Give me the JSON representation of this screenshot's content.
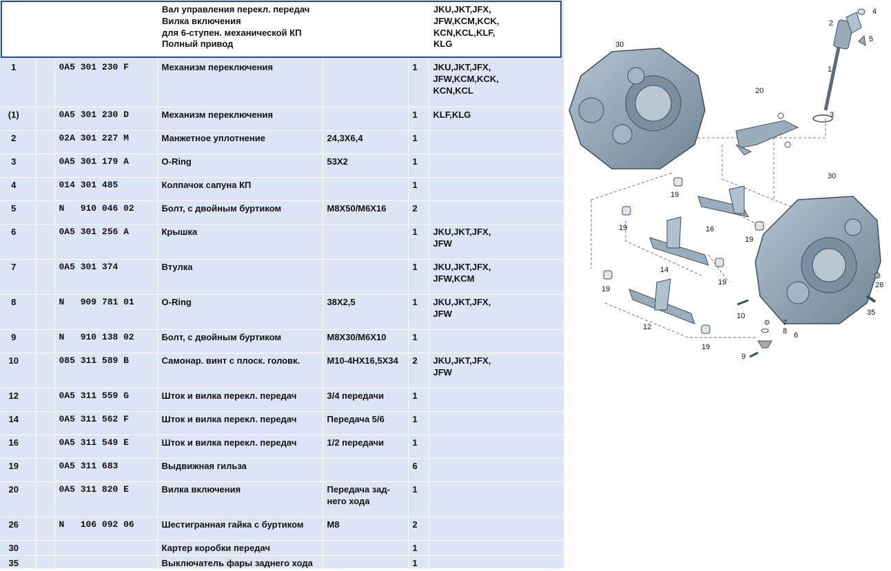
{
  "header": {
    "title_lines": [
      "Вал управления перекл. передач",
      "Вилка включения",
      "для 6-ступен. механической КП",
      "Полный привод"
    ],
    "model_lines": [
      "JKU,JKT,JFX,",
      "JFW,KCM,KCK,",
      "KCN,KCL,KLF,",
      "KLG"
    ]
  },
  "parts": [
    {
      "num": "1",
      "part": "0A5 301 230 F",
      "name": "Механизм переключения",
      "spec": "",
      "qty": "1",
      "models": [
        "JKU,JKT,JFX,",
        "JFW,KCM,KCK,",
        "KCN,KCL"
      ]
    },
    {
      "num": "(1)",
      "part": "0A5 301 230 D",
      "name": "Механизм переключения",
      "spec": "",
      "qty": "1",
      "models": [
        "KLF,KLG"
      ]
    },
    {
      "num": "2",
      "part": "02A 301 227 M",
      "name": "Манжетное уплотнение",
      "spec": "24,3X6,4",
      "qty": "1",
      "models": []
    },
    {
      "num": "3",
      "part": "0A5 301 179 A",
      "name": "O-Ring",
      "spec": "53X2",
      "qty": "1",
      "models": []
    },
    {
      "num": "4",
      "part": "014 301 485",
      "name": "Колпачок сапуна КП",
      "spec": "",
      "qty": "1",
      "models": []
    },
    {
      "num": "5",
      "part": "N   910 046 02",
      "name": "Болт, с двойным буртиком",
      "spec": "M8X50/M6X16",
      "qty": "2",
      "models": []
    },
    {
      "num": "6",
      "part": "0A5 301 256 A",
      "name": "Крышка",
      "spec": "",
      "qty": "1",
      "models": [
        "JKU,JKT,JFX,",
        "JFW"
      ]
    },
    {
      "num": "7",
      "part": "0A5 301 374",
      "name": "Втулка",
      "spec": "",
      "qty": "1",
      "models": [
        "JKU,JKT,JFX,",
        "JFW,KCM"
      ]
    },
    {
      "num": "8",
      "part": "N   909 781 01",
      "name": "O-Ring",
      "spec": "38X2,5",
      "qty": "1",
      "models": [
        "JKU,JKT,JFX,",
        "JFW"
      ]
    },
    {
      "num": "9",
      "part": "N   910 138 02",
      "name": "Болт, с двойным буртиком",
      "spec": "M8X30/M6X10",
      "qty": "1",
      "models": []
    },
    {
      "num": "10",
      "part": "085 311 589 B",
      "name": "Самонар. винт с плоск. головк.",
      "spec": "M10-4HX16,5X34",
      "qty": "2",
      "models": [
        "JKU,JKT,JFX,",
        "JFW"
      ]
    },
    {
      "num": "12",
      "part": "0A5 311 559 G",
      "name": "Шток и вилка перекл. передач",
      "spec": "3/4 передачи",
      "qty": "1",
      "models": []
    },
    {
      "num": "14",
      "part": "0A5 311 562 F",
      "name": "Шток и вилка перекл. передач",
      "spec": "Передача 5/6",
      "qty": "1",
      "models": []
    },
    {
      "num": "16",
      "part": "0A5 311 549 E",
      "name": "Шток и вилка перекл. передач",
      "spec": "1/2 передачи",
      "qty": "1",
      "models": []
    },
    {
      "num": "19",
      "part": "0A5 311 683",
      "name": "Выдвижная гильза",
      "spec": "",
      "qty": "6",
      "models": []
    },
    {
      "num": "20",
      "part": "0A5 311 820 E",
      "name": "Вилка включения",
      "spec": "Передача зад-\nнего хода",
      "qty": "1",
      "models": []
    },
    {
      "num": "26",
      "part": "N   106 092 06",
      "name": "Шестигранная гайка с буртиком",
      "spec": "M8",
      "qty": "2",
      "models": []
    },
    {
      "num": "30",
      "part": "",
      "name": "Картер коробки передач",
      "spec": "",
      "qty": "1",
      "models": []
    },
    {
      "num": "35",
      "part": "",
      "name": "Выключатель фары заднего хода",
      "spec": "",
      "qty": "1",
      "models": []
    }
  ],
  "diagram": {
    "callouts": [
      "1",
      "2",
      "3",
      "4",
      "5",
      "6",
      "7",
      "8",
      "9",
      "10",
      "12",
      "14",
      "16",
      "19",
      "19",
      "19",
      "19",
      "19",
      "19",
      "20",
      "26",
      "30",
      "30",
      "35"
    ]
  },
  "colors": {
    "panel_bg": "#dde4f3",
    "header_border": "#2b4a8a",
    "housing": "#8fa4b4"
  }
}
